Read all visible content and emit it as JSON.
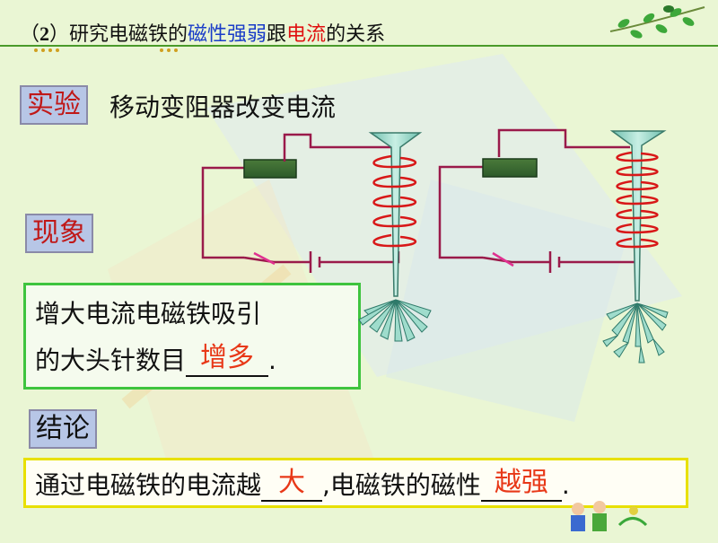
{
  "title": {
    "prefix": "（",
    "num": "2",
    "mid": "）研究电磁铁的",
    "blue": "磁性强弱",
    "link": "跟",
    "red": "电流",
    "suffix": "的关系"
  },
  "experiment": {
    "label": "实验",
    "text": "移动变阻器改变电流"
  },
  "phenomenon": {
    "label": "现象",
    "line1": "增大电流电磁铁吸引",
    "line2_prefix": "的大头针数目",
    "answer": "增多",
    "line2_suffix": "."
  },
  "conclusion": {
    "label": "结论",
    "part1": "通过电磁铁的电流越",
    "answer1": "大",
    "part2": ",电磁铁的磁性",
    "answer2": "越强",
    "part3": "."
  },
  "colors": {
    "background": "#eaf6d4",
    "wire": "#9a1a4a",
    "coil": "#d81818",
    "core": "#8ed0c0",
    "answer": "#e83818",
    "emphasis_blue": "#1a3cc8",
    "emphasis_red": "#e01010"
  }
}
